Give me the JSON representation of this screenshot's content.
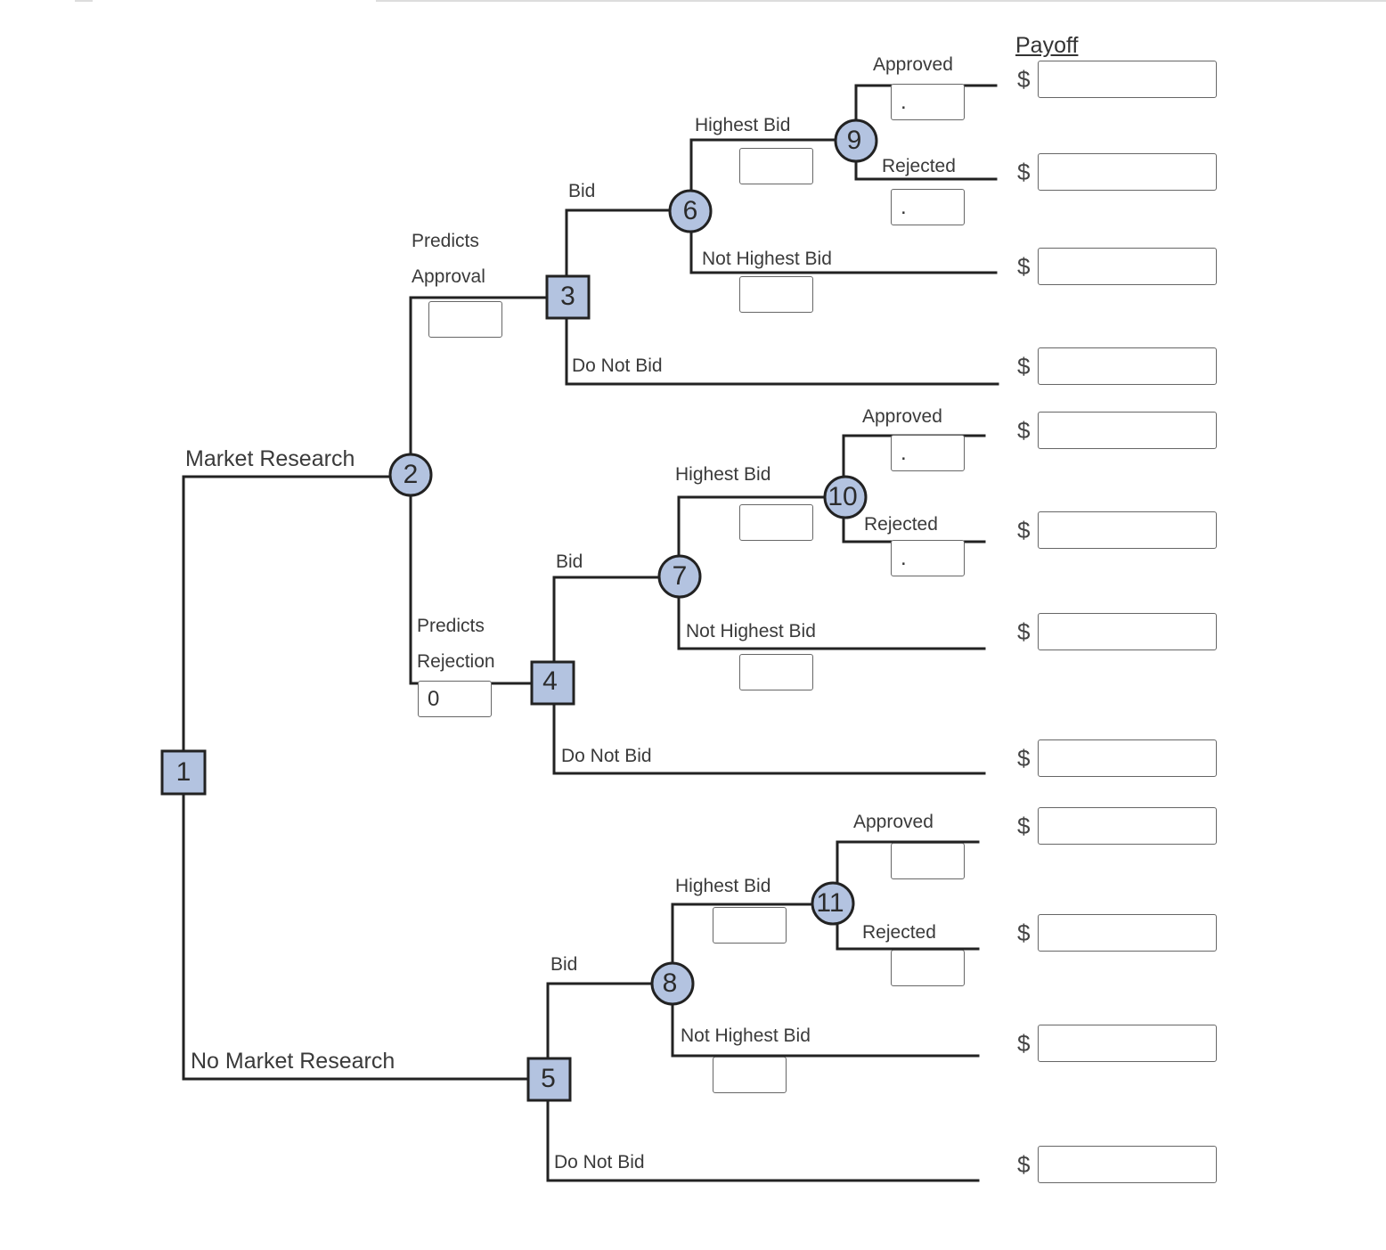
{
  "payoff_header": "Payoff",
  "currency_symbol": "$",
  "nodes": {
    "n1": "1",
    "n2": "2",
    "n3": "3",
    "n4": "4",
    "n5": "5",
    "n6": "6",
    "n7": "7",
    "n8": "8",
    "n9": "9",
    "n10": "10",
    "n11": "11"
  },
  "branches": {
    "market_research": "Market Research",
    "no_market_research": "No Market Research",
    "predicts_approval_line1": "Predicts",
    "predicts_approval_line2": "Approval",
    "predicts_rejection_line1": "Predicts",
    "predicts_rejection_line2": "Rejection",
    "bid": "Bid",
    "do_not_bid": "Do Not Bid",
    "highest_bid": "Highest Bid",
    "not_highest_bid": "Not Highest Bid",
    "approved": "Approved",
    "rejected": "Rejected"
  },
  "probability_inputs": {
    "predicts_approval": "",
    "predicts_rejection": "0",
    "n6_highest_bid": "",
    "n6_not_highest_bid": "",
    "n9_approved": ".",
    "n9_rejected": ".",
    "n7_highest_bid": "",
    "n7_not_highest_bid": "",
    "n10_approved": ".",
    "n10_rejected": ".",
    "n8_highest_bid": "",
    "n8_not_highest_bid": "",
    "n11_approved": "",
    "n11_rejected": ""
  },
  "payoff_inputs": [
    "",
    "",
    "",
    "",
    "",
    "",
    "",
    "",
    "",
    "",
    "",
    ""
  ]
}
